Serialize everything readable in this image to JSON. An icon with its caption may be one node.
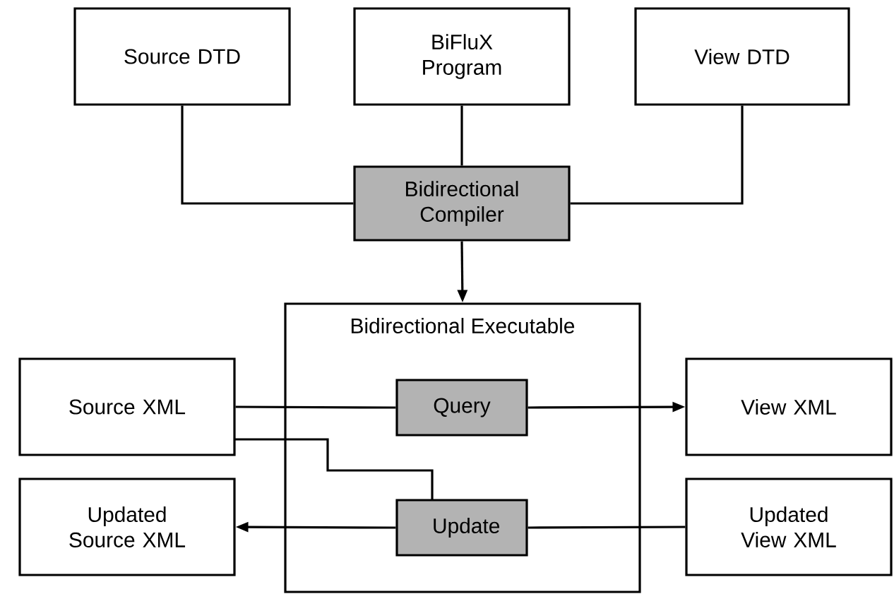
{
  "diagram": {
    "nodes": [
      {
        "text": [
          "Source DTD"
        ]
      },
      {
        "text": [
          "BiFluX Program"
        ]
      },
      {
        "text": [
          "View DTD"
        ]
      },
      {
        "text": [
          "Bidirectional Compiler"
        ]
      },
      {
        "text": [
          "Bidirectional Executable"
        ]
      },
      {
        "text": [
          "Source XML"
        ]
      },
      {
        "text": [
          "Query"
        ],
        "in": 4
      },
      {
        "text": [
          "View XML"
        ]
      },
      {
        "text": [
          "Updated Source XML"
        ]
      },
      {
        "text": [
          "Update"
        ],
        "in": 4
      },
      {
        "text": [
          "Updated View XML"
        ]
      }
    ],
    "edges": [
      {
        "from": 0,
        "to": 3,
        "arrow": "none"
      },
      {
        "from": 1,
        "to": 3,
        "arrow": "none"
      },
      {
        "from": 2,
        "to": 3,
        "arrow": "none"
      },
      {
        "from": 3,
        "to": 4,
        "arrow": "to"
      },
      {
        "from": 5,
        "to": 6,
        "arrow": "none"
      },
      {
        "from": 6,
        "to": 7,
        "arrow": "to"
      },
      {
        "from": 5,
        "to": 9,
        "arrow": "none"
      },
      {
        "from": 9,
        "to": 8,
        "arrow": "to"
      },
      {
        "from": 10,
        "to": 9,
        "arrow": "none"
      }
    ]
  }
}
